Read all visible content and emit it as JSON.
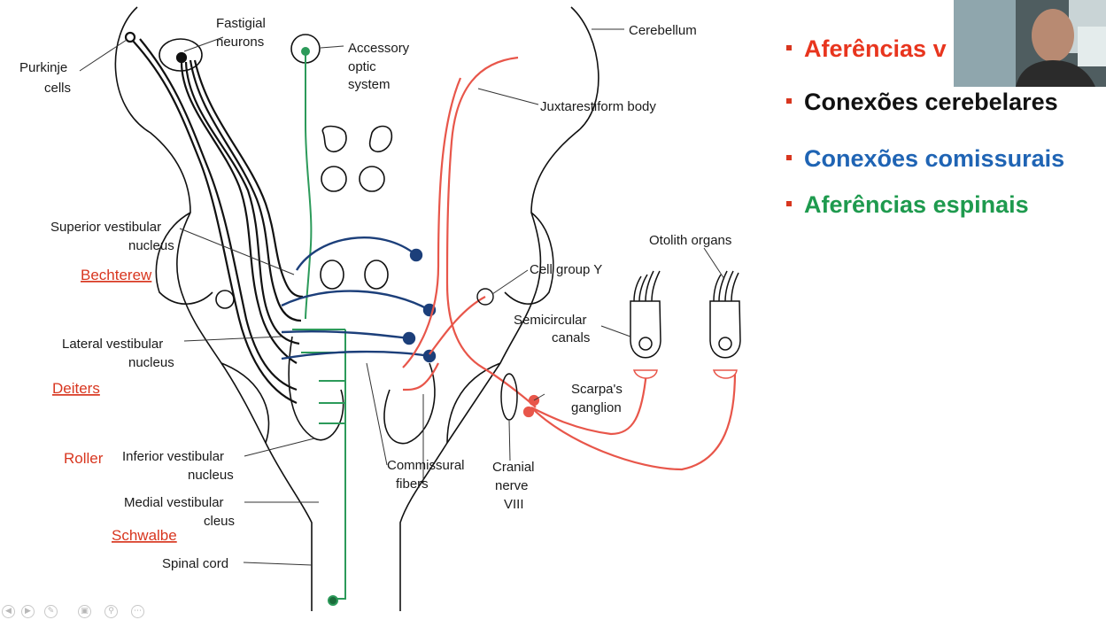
{
  "diagram": {
    "labels": {
      "purkinje": [
        "Purkinje",
        "cells"
      ],
      "fastigial": [
        "Fastigial",
        "neurons"
      ],
      "accessory": [
        "Accessory",
        "optic",
        "system"
      ],
      "cerebellum": "Cerebellum",
      "juxtarestiform": "Juxtarestiform body",
      "superior": [
        "Superior vestibular",
        "nucleus"
      ],
      "lateral": [
        "Lateral vestibular",
        "nucleus"
      ],
      "inferior": [
        "Inferior vestibular",
        "nucleus"
      ],
      "medial": [
        "Medial vestibular",
        "cleus"
      ],
      "spinal": "Spinal cord",
      "cellgroup": "Cell group Y",
      "otolith": "Otolith organs",
      "semicircular": [
        "Semicircular",
        "canals"
      ],
      "scarpa": [
        "Scarpa's",
        "ganglion"
      ],
      "commissural": [
        "Commissural",
        "fibers"
      ],
      "cranial": [
        "Cranial",
        "nerve",
        "VIII"
      ]
    },
    "eponyms": {
      "bechterew": "Bechterew",
      "deiters": "Deiters",
      "roller": "Roller",
      "schwalbe": "Schwalbe"
    }
  },
  "bullets": [
    {
      "text": "Aferências v",
      "color": "#e8351e"
    },
    {
      "text": "Conexões cerebelares",
      "color": "#111111"
    },
    {
      "text": "Conexões comissurais",
      "color": "#1f64b4"
    },
    {
      "text": "Aferências espinais",
      "color": "#1e9a4e"
    }
  ],
  "colors": {
    "vestibular_afferents": "#e8564a",
    "cerebellar": "#111111",
    "commissural": "#1c3f7a",
    "spinal": "#2c9a5a",
    "bullet_marker": "#d8361f"
  },
  "webcam": {
    "present": true
  },
  "toolbar": {
    "icons": [
      "back-icon",
      "play-icon",
      "pen-icon",
      "slides-icon",
      "zoom-icon",
      "more-icon"
    ]
  }
}
